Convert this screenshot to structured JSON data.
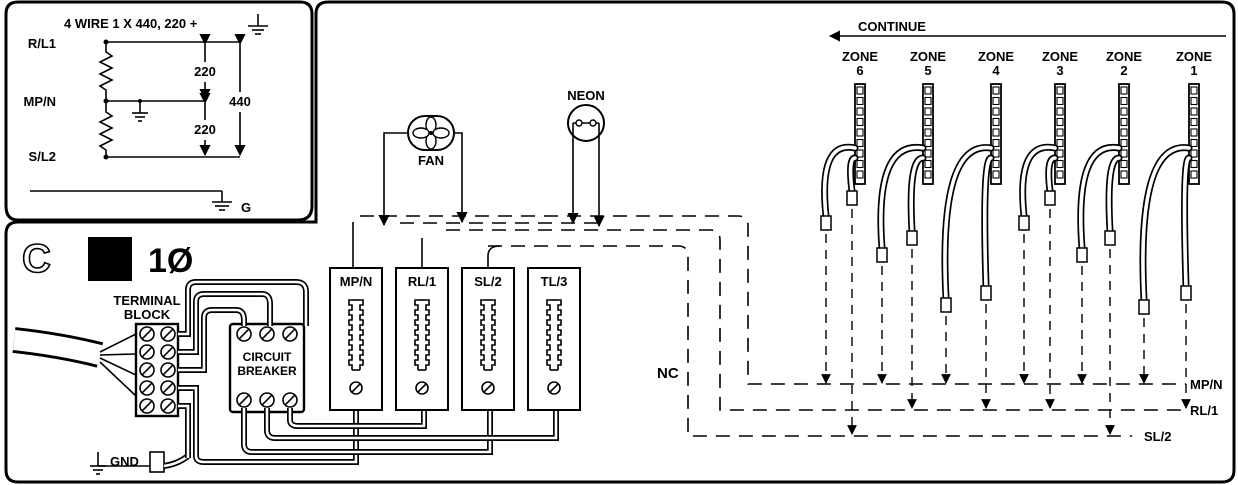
{
  "supply": {
    "title": "4 WIRE 1 X 440, 220 +",
    "lines": [
      "R/L1",
      "MP/N",
      "S/L2"
    ],
    "v_upper": "220",
    "v_lower": "220",
    "v_total": "440",
    "ground": "G"
  },
  "panel": {
    "letter": "C",
    "phase": "1Ø",
    "terminal_block": [
      "TERMINAL",
      "BLOCK"
    ],
    "circuit_breaker": [
      "CIRCUIT",
      "BREAKER"
    ],
    "gnd": "GND",
    "nc": "NC"
  },
  "bars": [
    "MP/N",
    "RL/1",
    "SL/2",
    "TL/3"
  ],
  "loads": {
    "fan": "FAN",
    "neon": "NEON"
  },
  "zones": {
    "continue": "CONTINUE",
    "heading": "ZONE",
    "numbers": [
      "6",
      "5",
      "4",
      "3",
      "2",
      "1"
    ]
  },
  "bus": [
    "MP/N",
    "RL/1",
    "SL/2"
  ]
}
